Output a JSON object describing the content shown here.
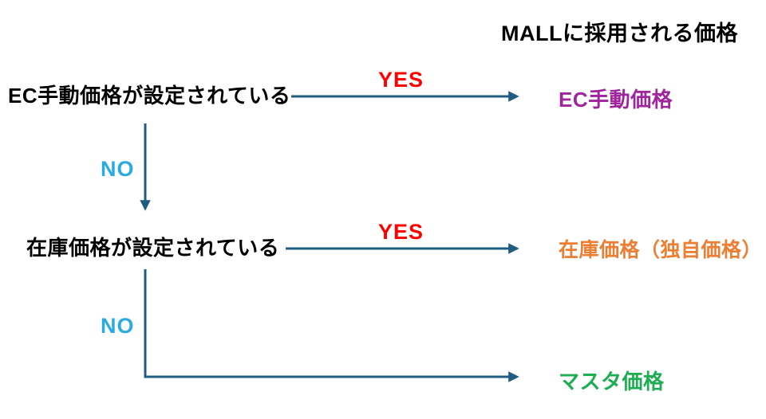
{
  "title": "MALLに採用される価格",
  "flow": {
    "step1": {
      "condition": "EC手動価格が設定されている",
      "yes_label": "YES",
      "no_label": "NO",
      "result": "EC手動価格"
    },
    "step2": {
      "condition": "在庫価格が設定されている",
      "yes_label": "YES",
      "no_label": "NO",
      "result": "在庫価格（独自価格）"
    },
    "fallback_result": "マスタ価格"
  },
  "colors": {
    "arrow_line": "#1F5C7F",
    "yes_text": "#FF0000",
    "no_text": "#29ABE2",
    "result_ec_manual": "#A0249E",
    "result_stock": "#ED7D31",
    "result_master": "#1FAD53",
    "body_text": "#000000",
    "background": "#FFFFFF"
  }
}
